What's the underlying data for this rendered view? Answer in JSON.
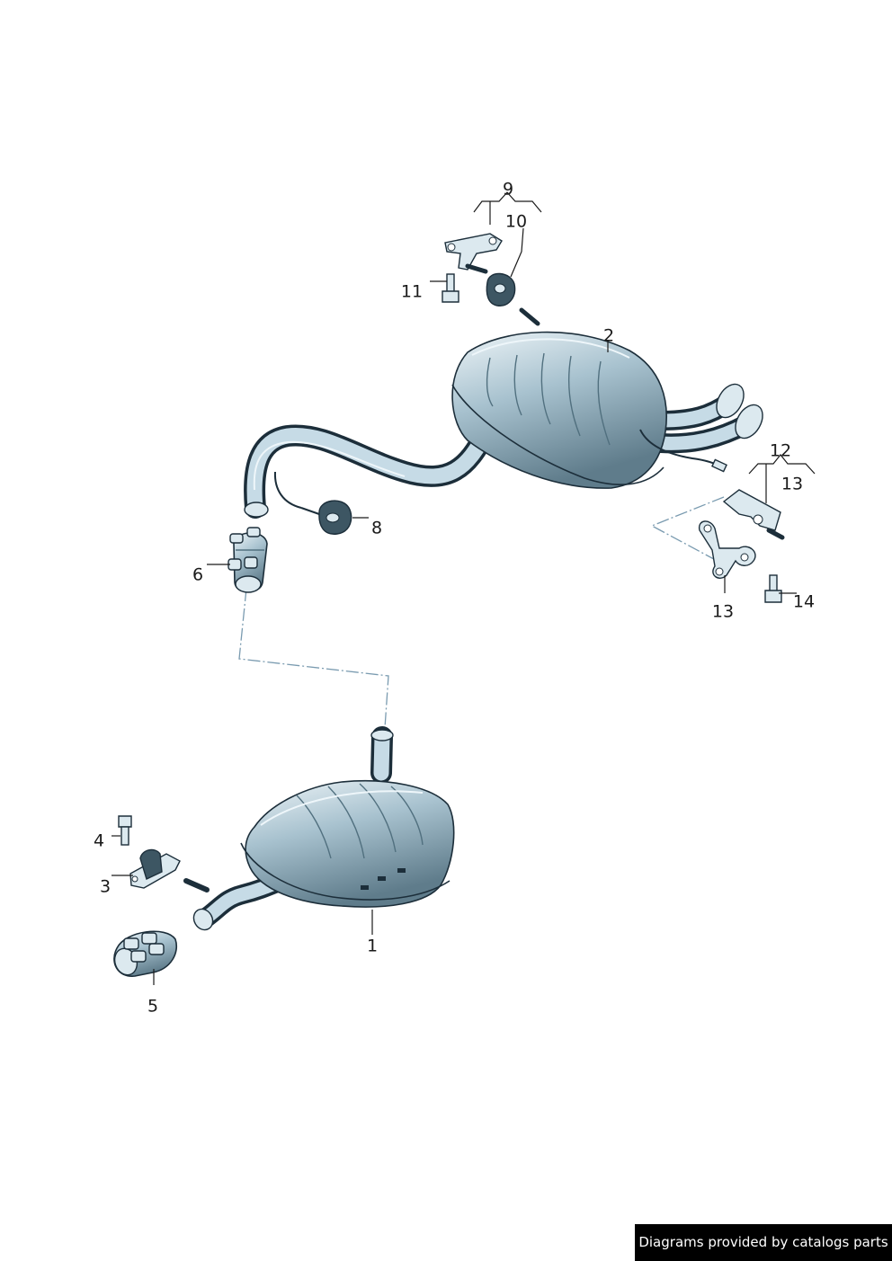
{
  "labels": {
    "l1": "1",
    "l2": "2",
    "l3": "3",
    "l4": "4",
    "l5": "5",
    "l6": "6",
    "l8": "8",
    "l9": "9",
    "l10": "10",
    "l11": "11",
    "l12": "12",
    "l13a": "13",
    "l13b": "13",
    "l14": "14"
  },
  "footer": {
    "text": "Diagrams provided by catalogs parts"
  },
  "colors": {
    "line_art": "#1c2e3a",
    "metal_light": "#dbe9f0",
    "metal_dark": "#6e8c9b",
    "connector_dash": "#7a9bb0",
    "footer_bg": "#000000"
  }
}
